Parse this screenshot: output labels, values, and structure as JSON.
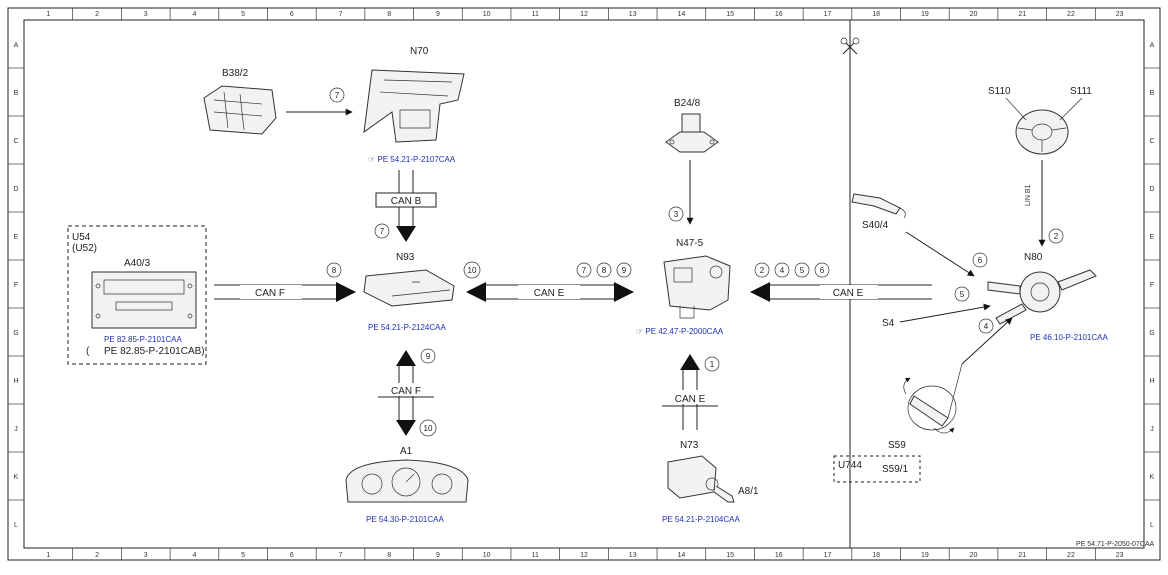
{
  "columns": [
    "1",
    "2",
    "3",
    "4",
    "5",
    "6",
    "7",
    "8",
    "9",
    "10",
    "11",
    "12",
    "13",
    "14",
    "15",
    "16",
    "17",
    "18",
    "19",
    "20",
    "21",
    "22",
    "23"
  ],
  "rows": [
    "A",
    "B",
    "C",
    "D",
    "E",
    "F",
    "G",
    "H",
    "J",
    "K",
    "L"
  ],
  "components": {
    "b38_2": "B38/2",
    "n70": "N70",
    "b24_8": "B24/8",
    "s110": "S110",
    "s111": "S111",
    "s40_4": "S40/4",
    "u54": "U54",
    "u52": "(U52)",
    "a40_3": "A40/3",
    "n93": "N93",
    "n47_5": "N47-5",
    "n80": "N80",
    "s4": "S4",
    "s59": "S59",
    "u744": "U744",
    "s59_1": "S59/1",
    "a1": "A1",
    "n73": "N73",
    "a8_1": "A8/1"
  },
  "refs": {
    "n70": "PE 54.21-P-2107CAA",
    "a40_3_a": "PE 82.85-P-2101CAA",
    "a40_3_b": "PE 82.85-P-2101CAB)",
    "a40_3_b_open": "(",
    "n93": "PE 54.21-P-2124CAA",
    "n47_5": "PE 42.47-P-2000CAA",
    "n80": "PE 46.10-P-2101CAA",
    "a1": "PE 54.30-P-2101CAA",
    "n73": "PE 54.21-P-2104CAA",
    "page": "PE 54.71-P-2050-07CAA"
  },
  "buses": {
    "can_b": "CAN B",
    "can_f_left": "CAN F",
    "can_e_mid": "CAN E",
    "can_e_right": "CAN E",
    "can_f_down": "CAN F",
    "can_e_n73": "CAN E",
    "n80_small": "LIN B1"
  },
  "callouts": {
    "c1": "1",
    "c2": "2",
    "c3": "3",
    "c4": "4",
    "c5": "5",
    "c6": "6",
    "c7": "7",
    "c8": "8",
    "c9": "9",
    "c10": "10",
    "mid7": "7",
    "mid8": "8",
    "mid9": "9",
    "r2": "2",
    "r4": "4",
    "r5": "5",
    "r6": "6",
    "top7": "7",
    "can_b7": "7",
    "n93_9": "9",
    "n93_10": "10",
    "n93_8": "8"
  },
  "icons": {
    "pointer": "pointing-hand-icon",
    "scissors": "scissors-icon"
  }
}
